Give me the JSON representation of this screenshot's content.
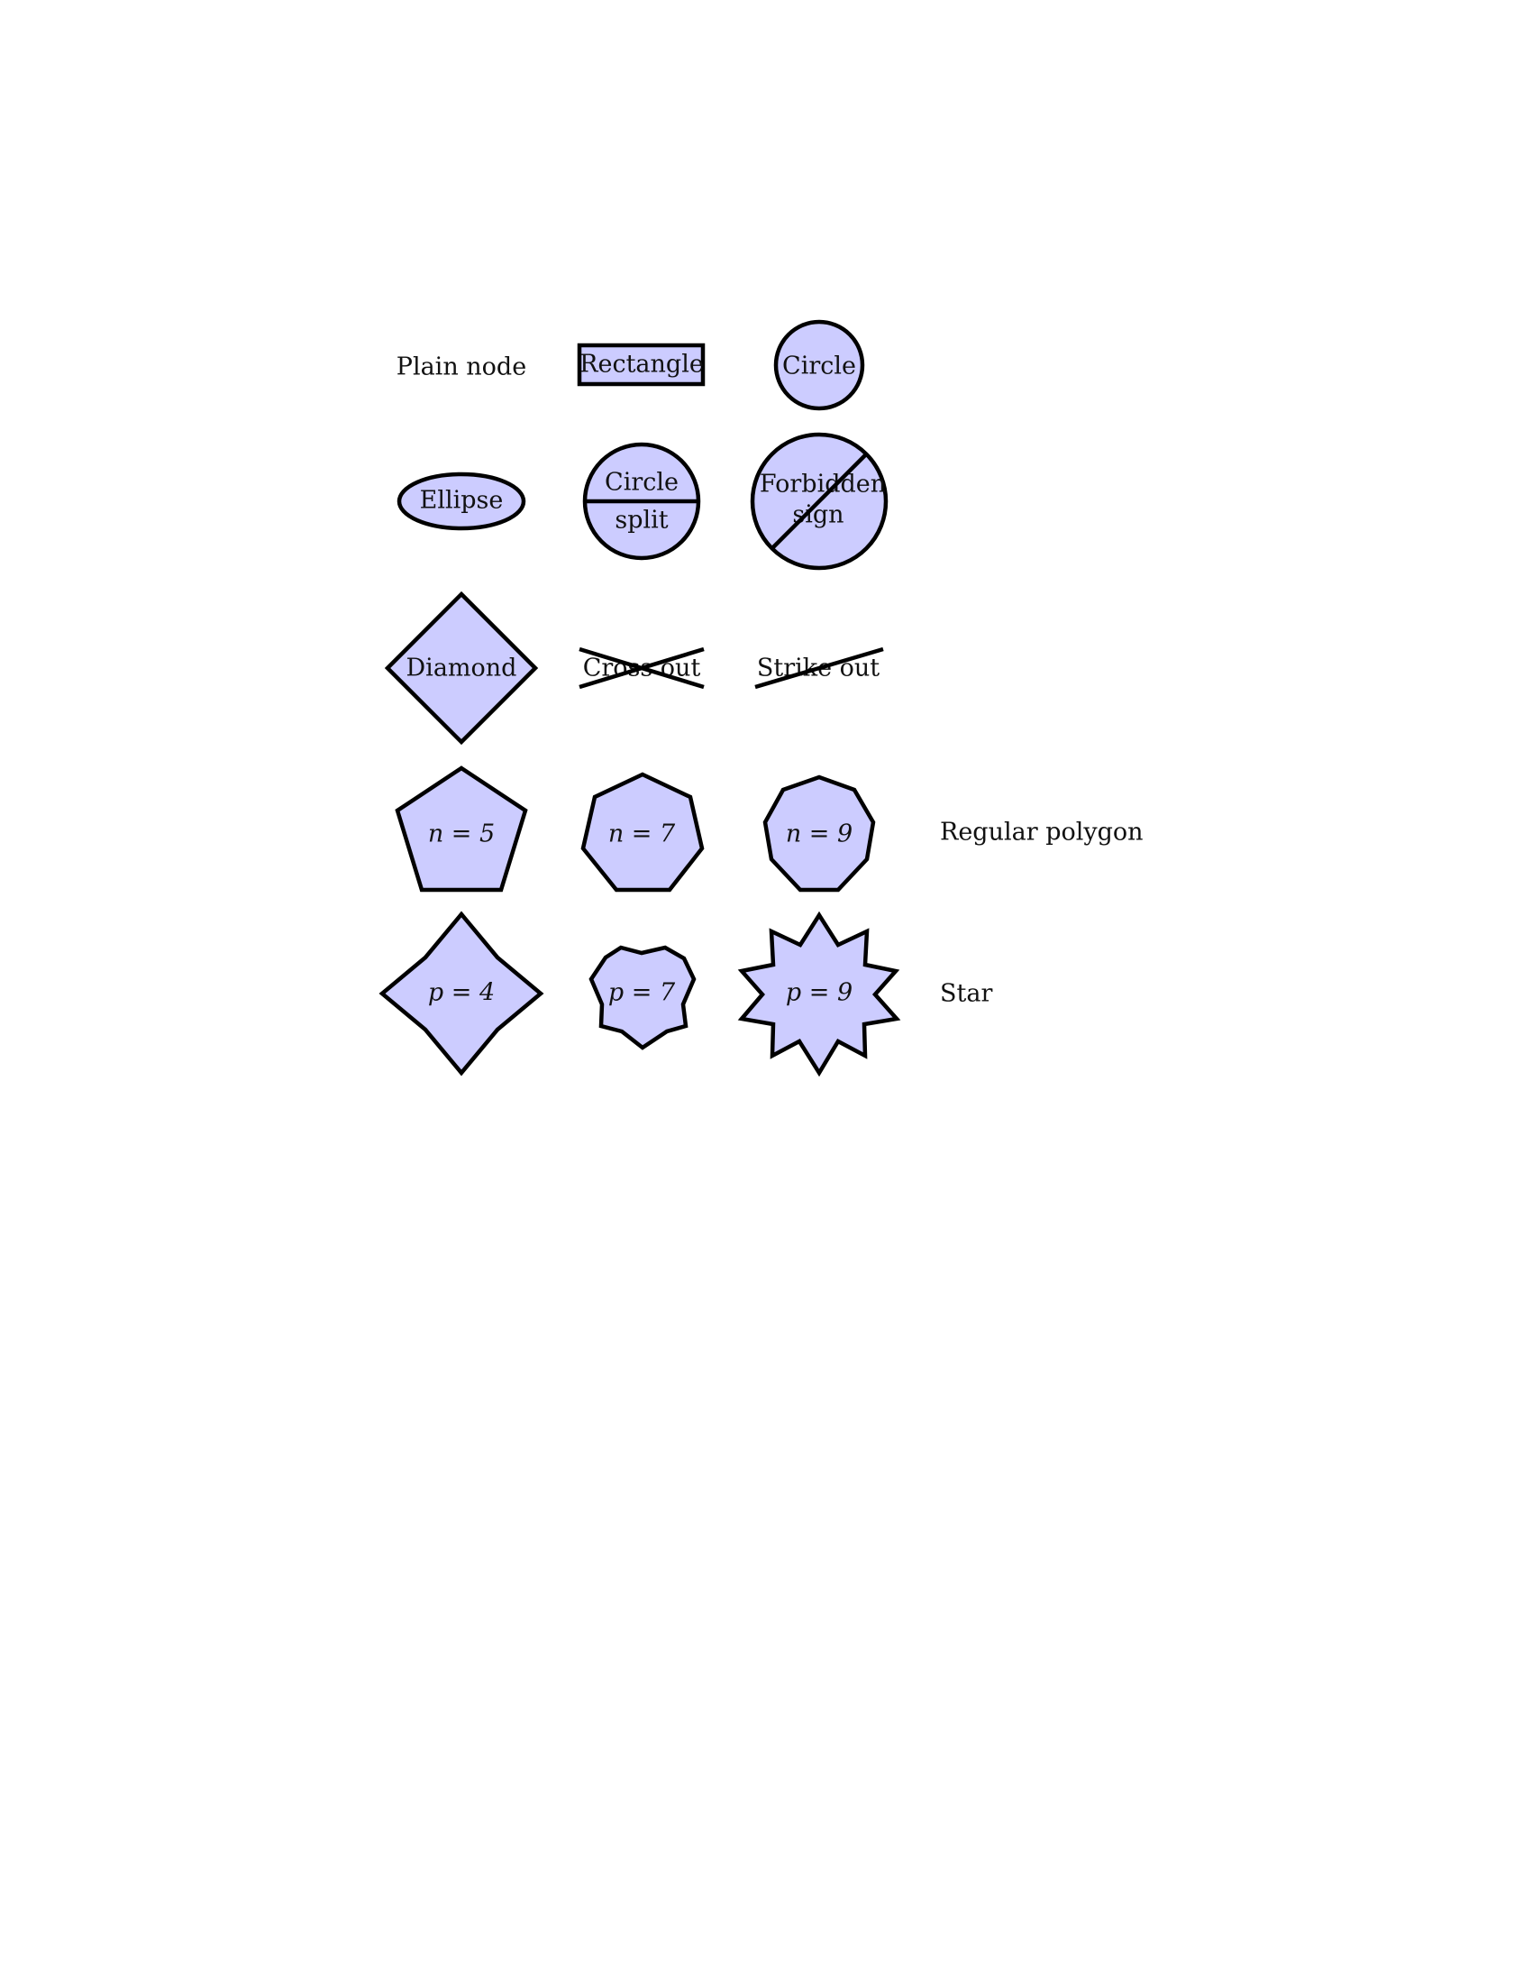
{
  "colors": {
    "fill": "#ccccff",
    "stroke": "#000000",
    "text": "#111111"
  },
  "nodes": {
    "plain": "Plain node",
    "rectangle": "Rectangle",
    "circle": "Circle",
    "ellipse": "Ellipse",
    "circle_split_top": "Circle",
    "circle_split_bottom": "split",
    "forbidden_line1": "Forbidden",
    "forbidden_line2": "sign",
    "diamond": "Diamond",
    "cross_out": "Cross out",
    "strike_out": "Strike out",
    "polygon_n5": "n = 5",
    "polygon_n7": "n = 7",
    "polygon_n9": "n = 9",
    "polygon_label": "Regular polygon",
    "star_p4": "p = 4",
    "star_p7": "p = 7",
    "star_p9": "p = 9",
    "star_label": "Star"
  }
}
